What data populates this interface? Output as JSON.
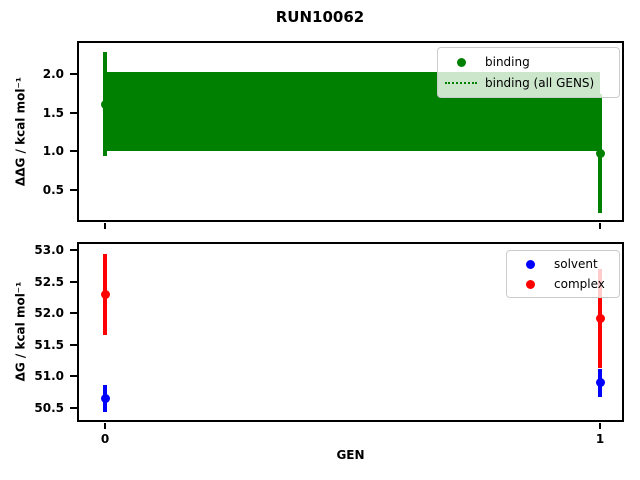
{
  "suptitle": "RUN10062",
  "chart_data": [
    {
      "type": "scatter",
      "subplot": "top",
      "ylabel": "ΔΔG / kcal mol⁻¹",
      "xlabel": "",
      "ylim": [
        0.1,
        2.41
      ],
      "xlim": [
        0,
        1
      ],
      "yticks": [
        "0.5",
        "1.0",
        "1.5",
        "2.0"
      ],
      "ytick_values": [
        0.5,
        1.0,
        1.5,
        2.0
      ],
      "xtick_values": [
        0,
        1
      ],
      "grid": false,
      "legend_position": "upper right",
      "series": [
        {
          "name": "binding",
          "color": "#008000",
          "marker": "dot",
          "x": [
            0,
            1
          ],
          "y": [
            1.61,
            0.97
          ],
          "yerr": [
            0.67,
            0.77
          ]
        }
      ],
      "band": {
        "name": "binding (all GENS)",
        "color": "#008000",
        "x": [
          0,
          1
        ],
        "y_low": 1.0,
        "y_high": 2.02,
        "y_mean": 1.51
      },
      "legend": [
        {
          "label": "binding",
          "marker": "dot",
          "color": "#008000"
        },
        {
          "label": "binding (all GENS)",
          "marker": "dotted-line",
          "color": "#008000"
        }
      ]
    },
    {
      "type": "scatter",
      "subplot": "bottom",
      "ylabel": "ΔG / kcal mol⁻¹",
      "xlabel": "GEN",
      "ylim": [
        50.3,
        53.1
      ],
      "xlim": [
        0,
        1
      ],
      "yticks": [
        "50.5",
        "51.0",
        "51.5",
        "52.0",
        "52.5",
        "53.0"
      ],
      "ytick_values": [
        50.5,
        51.0,
        51.5,
        52.0,
        52.5,
        53.0
      ],
      "xticks": [
        "0",
        "1"
      ],
      "xtick_values": [
        0,
        1
      ],
      "grid": false,
      "legend_position": "upper right",
      "series": [
        {
          "name": "solvent",
          "color": "#0000ff",
          "marker": "dot",
          "x": [
            0,
            1
          ],
          "y": [
            50.65,
            50.9
          ],
          "yerr": [
            0.22,
            0.22
          ]
        },
        {
          "name": "complex",
          "color": "#ff0000",
          "marker": "dot",
          "x": [
            0,
            1
          ],
          "y": [
            52.3,
            51.92
          ],
          "yerr": [
            0.64,
            0.78
          ]
        }
      ],
      "legend": [
        {
          "label": "solvent",
          "marker": "dot",
          "color": "#0000ff"
        },
        {
          "label": "complex",
          "marker": "dot",
          "color": "#ff0000"
        }
      ]
    }
  ]
}
